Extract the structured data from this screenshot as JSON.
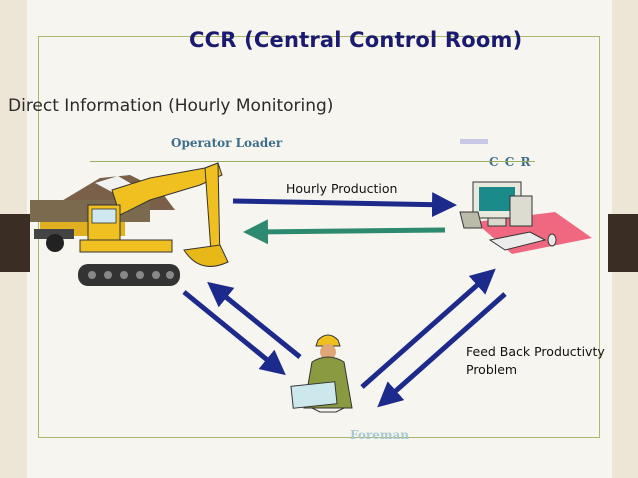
{
  "slide": {
    "title": "CCR (Central Control Room)",
    "subtitle": "Direct Information (Hourly Monitoring)"
  },
  "nodes": {
    "operator": {
      "label": "Operator Loader",
      "icon": "excavator-and-dump-truck-icon"
    },
    "ccr": {
      "label": "C C R",
      "icon": "computer-workstation-icon"
    },
    "foreman": {
      "label": "Foreman",
      "icon": "foreman-worker-icon"
    }
  },
  "edges": {
    "hourly_production": "Hourly Production",
    "feedback_line1": "Feed Back Productivty",
    "feedback_line2": "Problem"
  },
  "colors": {
    "title": "#1a1a6e",
    "arrow_blue": "#1c2a8c",
    "arrow_green": "#2e8a6e",
    "serif_label": "#3c6e8c",
    "border_green": "#a9b86a",
    "side_tab": "#3a2d24"
  }
}
